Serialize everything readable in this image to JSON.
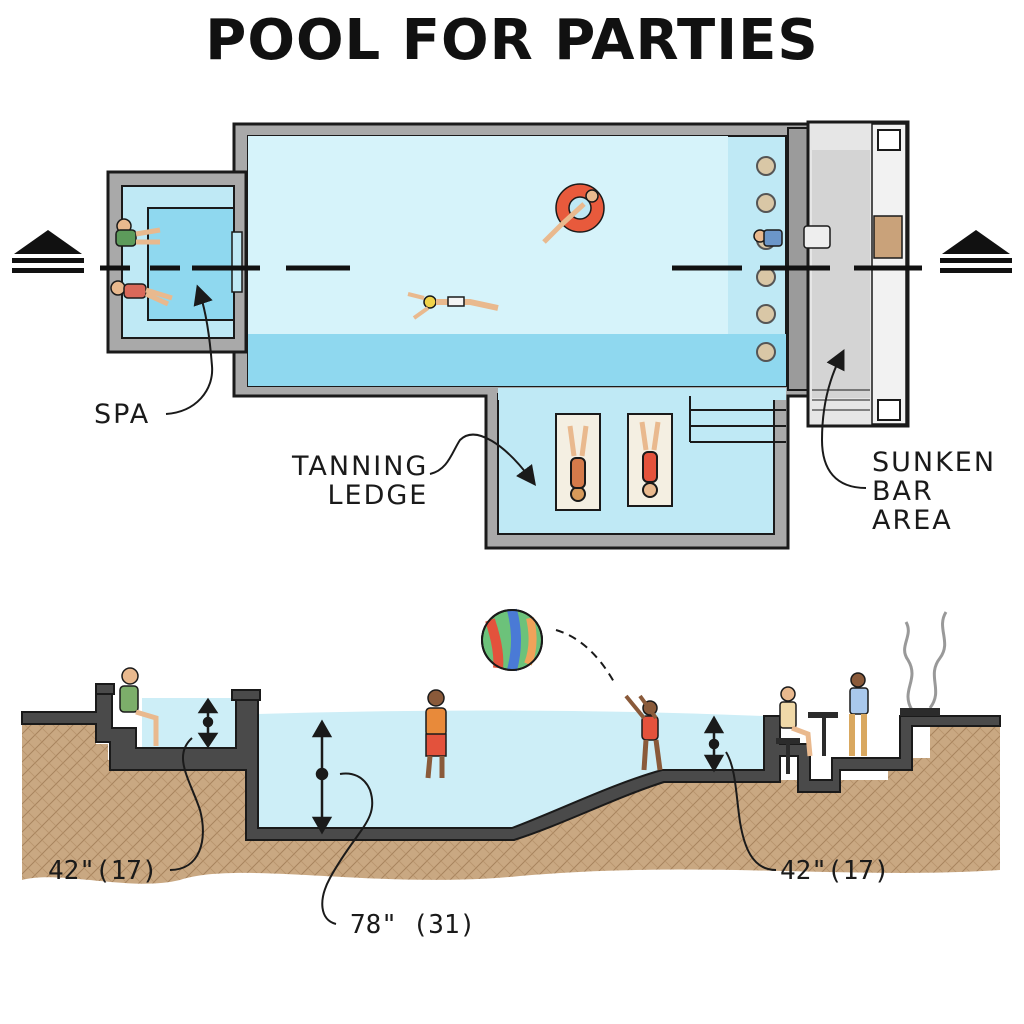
{
  "title": "POOL FOR PARTIES",
  "labels": {
    "spa": "SPA",
    "tanning_ledge": [
      "TANNING",
      "LEDGE"
    ],
    "sunken_bar_area": [
      "SUNKEN",
      "BAR",
      "AREA"
    ]
  },
  "dimensions": {
    "spa_depth": "42\"(17)",
    "pool_depth": "78\" (31)",
    "bar_depth": "42\"(17)"
  },
  "colors": {
    "water_light": "#d4f3fa",
    "water_deep": "#8ed8ef",
    "coping": "#9a9a9a",
    "earth": "#c9a882",
    "ink": "#1a1a1a"
  }
}
